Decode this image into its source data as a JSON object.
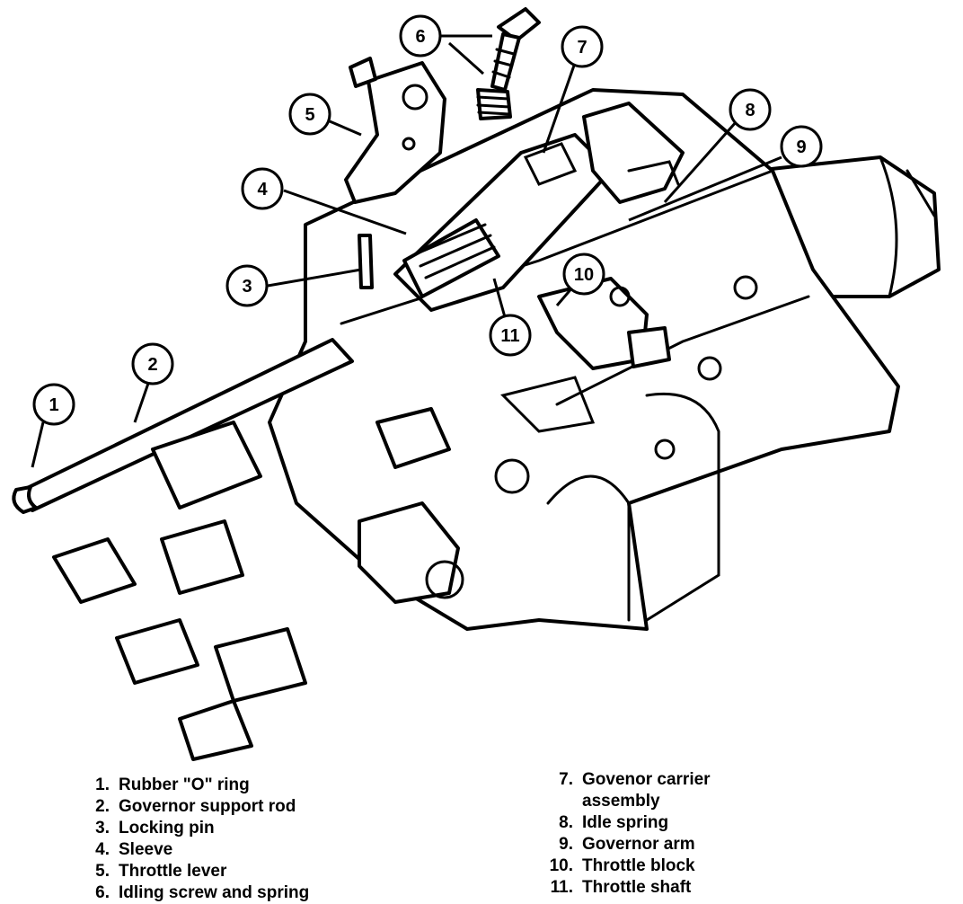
{
  "callouts": [
    "1",
    "2",
    "3",
    "4",
    "5",
    "6",
    "7",
    "8",
    "9",
    "10",
    "11"
  ],
  "legend": {
    "left": [
      {
        "num": "1.",
        "text": "Rubber \"O\" ring"
      },
      {
        "num": "2.",
        "text": "Governor support rod"
      },
      {
        "num": "3.",
        "text": "Locking pin"
      },
      {
        "num": "4.",
        "text": "Sleeve"
      },
      {
        "num": "5.",
        "text": "Throttle lever"
      },
      {
        "num": "6.",
        "text": "Idling screw and spring"
      }
    ],
    "right": [
      {
        "num": "7.",
        "text": "Govenor carrier",
        "cont": "assembly"
      },
      {
        "num": "8.",
        "text": "Idle spring"
      },
      {
        "num": "9.",
        "text": "Governor arm"
      },
      {
        "num": "10.",
        "text": "Throttle block"
      },
      {
        "num": "11.",
        "text": "Throttle shaft"
      }
    ]
  }
}
